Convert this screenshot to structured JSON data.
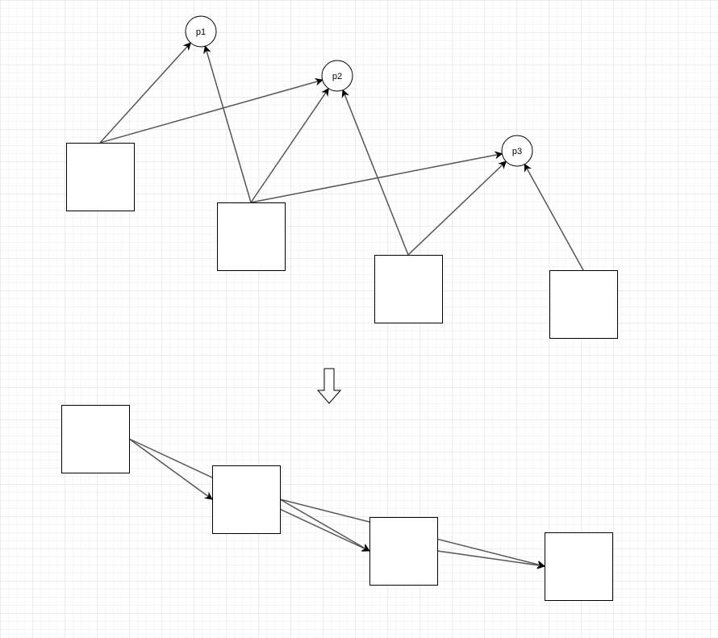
{
  "diagram": {
    "top_graph": {
      "pins": [
        {
          "id": "p1",
          "label": "p1"
        },
        {
          "id": "p2",
          "label": "p2"
        },
        {
          "id": "p3",
          "label": "p3"
        }
      ],
      "boxes": [
        {
          "id": "a"
        },
        {
          "id": "b"
        },
        {
          "id": "c"
        },
        {
          "id": "d"
        }
      ],
      "edges": [
        {
          "from": "a",
          "to": "p1"
        },
        {
          "from": "a",
          "to": "p2"
        },
        {
          "from": "b",
          "to": "p1"
        },
        {
          "from": "b",
          "to": "p2"
        },
        {
          "from": "b",
          "to": "p3"
        },
        {
          "from": "c",
          "to": "p2"
        },
        {
          "from": "c",
          "to": "p3"
        },
        {
          "from": "d",
          "to": "p3"
        }
      ]
    },
    "transform_arrow": {
      "direction": "down"
    },
    "bottom_graph": {
      "boxes": [
        {
          "id": "a2"
        },
        {
          "id": "b2"
        },
        {
          "id": "c2"
        },
        {
          "id": "d2"
        }
      ],
      "edges": [
        {
          "from": "a2",
          "to": "b2"
        },
        {
          "from": "a2",
          "to": "c2"
        },
        {
          "from": "b2",
          "to": "c2"
        },
        {
          "from": "b2",
          "to": "d2"
        },
        {
          "from": "c2",
          "to": "d2"
        }
      ]
    },
    "colors": {
      "edge": "#555555",
      "shape_stroke": "#000000",
      "grid_minor": "#ececec",
      "grid_major": "#d8d8d8",
      "background": "#ffffff"
    }
  }
}
